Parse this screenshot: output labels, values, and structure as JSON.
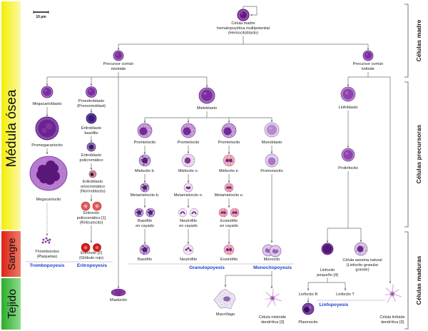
{
  "scale_bar_label": "10 µm",
  "zones": {
    "medula": "Médula ósea",
    "sangre": "Sangre",
    "tejido": "Tejido"
  },
  "stages": {
    "madre": "Células madre",
    "precursoras": "Células precursoras",
    "maduras": "Células maduras"
  },
  "processes": {
    "trombopoyesis": "Trombopoyesis",
    "eritropoyesis": "Eritropoyesis",
    "granulopoyesis": "Granulopoyesis",
    "monocitopoyesis": "Monocitopoyesis",
    "linfopoyesis": "Linfopoyesis"
  },
  "nodes": {
    "hemo": [
      "Célula madre",
      "hematopoyética multipotential",
      "(Hemocitoblasto)"
    ],
    "mieloide": [
      "Precursor común",
      "mieloide"
    ],
    "linfoide": [
      "Precursor común",
      "linfoide"
    ],
    "megacarioblasto": [
      "Megacarioblasto"
    ],
    "promegacariocito": [
      "Promegacariocito"
    ],
    "megacariocito": [
      "Megacariocito"
    ],
    "trombocitos": [
      "Thrombocitos",
      "(Plaquetas)"
    ],
    "proeritroblasto": [
      "Proeritroblasto",
      "(Pronormoblast)"
    ],
    "erit_basofilo": [
      "Eritroblasto",
      "basófilo"
    ],
    "erit_poli": [
      "Eritroblasto",
      "policromático"
    ],
    "erit_orto": [
      "Eritroblasto",
      "ortocromático",
      "(Normoblasto)"
    ],
    "eritrocito_poli": [
      "Eritrocito",
      "policromático [1]",
      "(Reticulocito)"
    ],
    "eritrocito": [
      "Eritrócito [2]",
      "(Glóbulo rojo)"
    ],
    "mastocito": [
      "Mastocito"
    ],
    "mieloblasto": [
      "Mieloblasto"
    ],
    "promielocito_b": [
      "Promielocito"
    ],
    "promielocito_n": [
      "Promielocito"
    ],
    "promielocito_e": [
      "Promielocito"
    ],
    "monoblasto": [
      "Monoblasto"
    ],
    "mielocito_b": [
      "Mielocito b."
    ],
    "mielocito_n": [
      "Mielocito n."
    ],
    "mielocito_e": [
      "Mielocito e."
    ],
    "promonocito": [
      "Promonocito"
    ],
    "metamielocito_b": [
      "Metamielocito b."
    ],
    "metamielocito_n": [
      "Metamielocito n."
    ],
    "metamielocito_e": [
      "Metamielocito e."
    ],
    "cayado_b": [
      "Basófilo",
      "en cayado"
    ],
    "cayado_n": [
      "Neutrófilo",
      "en cayado"
    ],
    "cayado_e": [
      "Eosinófilo",
      "en cayado"
    ],
    "basofilo": [
      "Basófilo"
    ],
    "neutrofilo": [
      "Neutrófilo"
    ],
    "eosinofilo": [
      "Eosinófilo"
    ],
    "monocito": [
      "Monocito"
    ],
    "macrofago": [
      "Macrófago"
    ],
    "mieloide_dendritica": [
      "Célula mieloide",
      "dendrítica [3]"
    ],
    "linfoblasto": [
      "Linfoblasto"
    ],
    "prolinfocito": [
      "Prolinfocito"
    ],
    "linfocito_pequeno": [
      "Linfocito",
      "pequeño [4]"
    ],
    "nk": [
      "Célula asesina natural",
      "(Linfocito granular",
      "grande)"
    ],
    "linfocito_b": [
      "Linfocito B"
    ],
    "linfocito_t": [
      "Linfocito T"
    ],
    "plasmocito": [
      "Plasmocito"
    ],
    "linfoide_dendritica": [
      "Célula linfoide",
      "dendrítica [3]"
    ]
  },
  "colors": {
    "zone_medula": "#f3ee00",
    "zone_sangre": "#dc2418",
    "zone_tejido": "#2aad2a",
    "process_label": "#1b3fd0"
  }
}
